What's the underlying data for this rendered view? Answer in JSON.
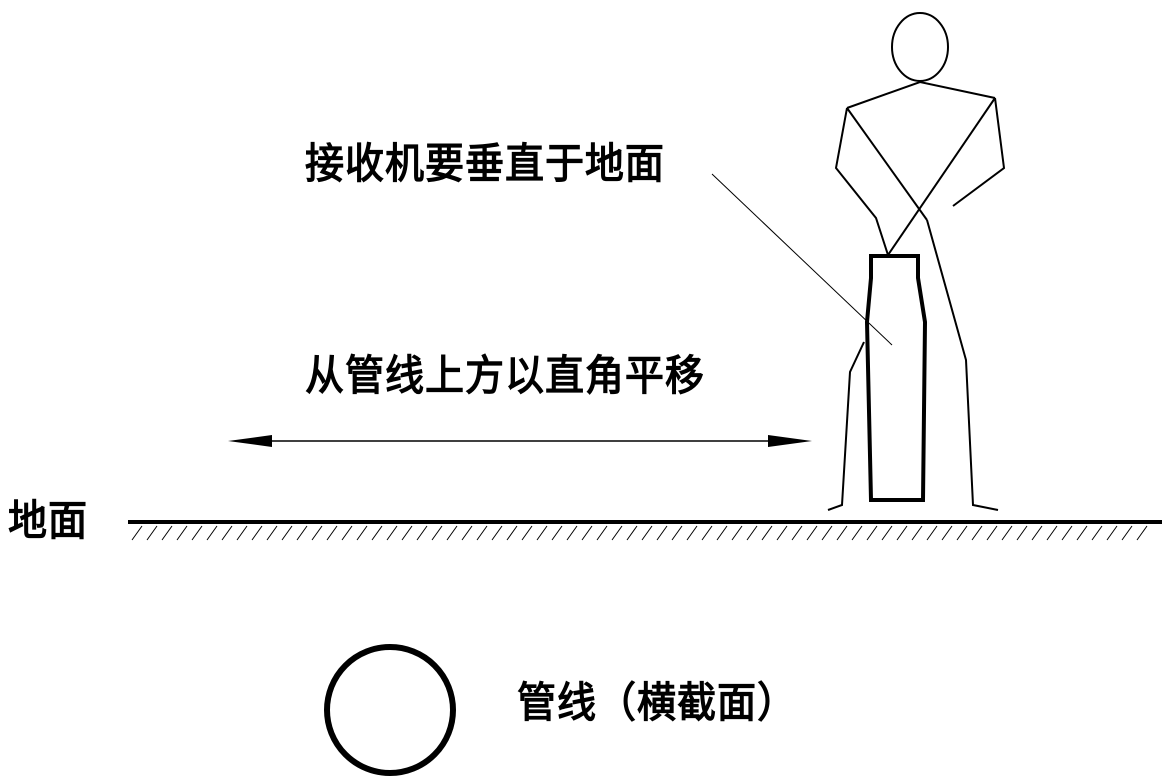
{
  "labels": {
    "receiver_instruction": "接收机要垂直于地面",
    "movement_instruction": "从管线上方以直角平移",
    "ground": "地面",
    "pipe": "管线（横截面）"
  },
  "colors": {
    "ink": "#000000",
    "background": "#ffffff"
  },
  "icons": {
    "operator": "person-figure",
    "receiver": "receiver-device",
    "pipe": "pipe-cross-section-circle",
    "direction": "double-headed-arrow"
  }
}
